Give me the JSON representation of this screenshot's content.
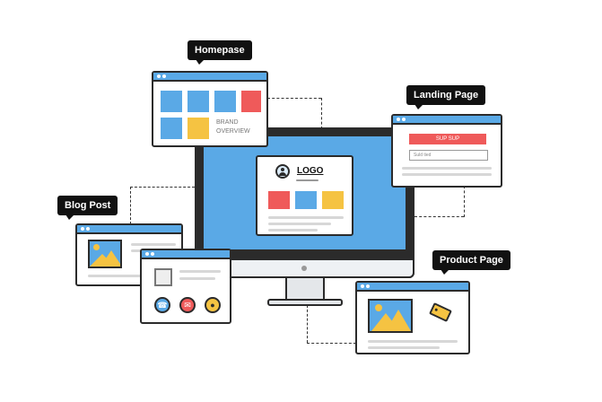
{
  "labels": {
    "homepage": "Homepase",
    "landing": "Landing Page",
    "blog": "Blog Post",
    "product": "Product Page"
  },
  "homepage_window": {
    "brand_line1": "BRAND",
    "brand_line2": "OVERVIEW"
  },
  "landing_window": {
    "button": "SUP SUP",
    "input": "Suld tied"
  },
  "monitor": {
    "logo_text": "LOGO"
  },
  "colors": {
    "blue": "#5aa9e6",
    "red": "#ef5a5a",
    "yellow": "#f5c342",
    "dark": "#2b2b2b"
  }
}
